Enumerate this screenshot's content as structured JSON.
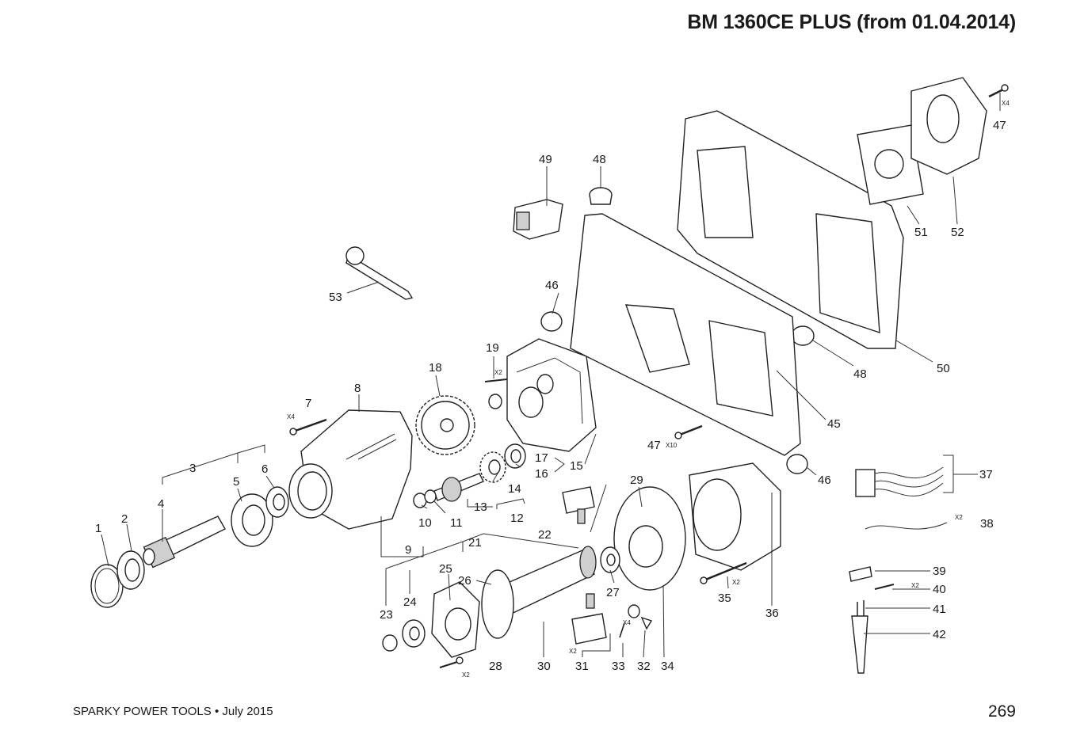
{
  "header": {
    "title": "BM 1360CE PLUS (from 01.04.2014)"
  },
  "footer": {
    "brand": "SPARKY POWER TOOLS • July 2015",
    "page_number": "269"
  },
  "callouts": [
    {
      "id": "c1",
      "text": "1"
    },
    {
      "id": "c2",
      "text": "2"
    },
    {
      "id": "c3",
      "text": "3"
    },
    {
      "id": "c4",
      "text": "4"
    },
    {
      "id": "c5",
      "text": "5"
    },
    {
      "id": "c6",
      "text": "6"
    },
    {
      "id": "c7",
      "text": "7"
    },
    {
      "id": "c8",
      "text": "8"
    },
    {
      "id": "c9",
      "text": "9"
    },
    {
      "id": "c10",
      "text": "10"
    },
    {
      "id": "c11",
      "text": "11"
    },
    {
      "id": "c12",
      "text": "12"
    },
    {
      "id": "c13",
      "text": "13"
    },
    {
      "id": "c14",
      "text": "14"
    },
    {
      "id": "c15",
      "text": "15"
    },
    {
      "id": "c16",
      "text": "16"
    },
    {
      "id": "c17",
      "text": "17"
    },
    {
      "id": "c18",
      "text": "18"
    },
    {
      "id": "c19",
      "text": "19"
    },
    {
      "id": "c21",
      "text": "21"
    },
    {
      "id": "c22",
      "text": "22"
    },
    {
      "id": "c23",
      "text": "23"
    },
    {
      "id": "c24",
      "text": "24"
    },
    {
      "id": "c25",
      "text": "25"
    },
    {
      "id": "c26",
      "text": "26"
    },
    {
      "id": "c27",
      "text": "27"
    },
    {
      "id": "c28",
      "text": "28"
    },
    {
      "id": "c29",
      "text": "29"
    },
    {
      "id": "c30",
      "text": "30"
    },
    {
      "id": "c31",
      "text": "31"
    },
    {
      "id": "c32",
      "text": "32"
    },
    {
      "id": "c33",
      "text": "33"
    },
    {
      "id": "c34",
      "text": "34"
    },
    {
      "id": "c35",
      "text": "35"
    },
    {
      "id": "c36",
      "text": "36"
    },
    {
      "id": "c37",
      "text": "37"
    },
    {
      "id": "c38",
      "text": "38"
    },
    {
      "id": "c39",
      "text": "39"
    },
    {
      "id": "c40",
      "text": "40"
    },
    {
      "id": "c41",
      "text": "41"
    },
    {
      "id": "c42",
      "text": "42"
    },
    {
      "id": "c45",
      "text": "45"
    },
    {
      "id": "c46a",
      "text": "46"
    },
    {
      "id": "c46b",
      "text": "46"
    },
    {
      "id": "c47a",
      "text": "47"
    },
    {
      "id": "c47b",
      "text": "47"
    },
    {
      "id": "c48a",
      "text": "48"
    },
    {
      "id": "c48b",
      "text": "48"
    },
    {
      "id": "c49",
      "text": "49"
    },
    {
      "id": "c50",
      "text": "50"
    },
    {
      "id": "c51",
      "text": "51"
    },
    {
      "id": "c52",
      "text": "52"
    },
    {
      "id": "c53",
      "text": "53"
    }
  ],
  "quantities": [
    {
      "id": "q7",
      "text": "X4"
    },
    {
      "id": "q19",
      "text": "X2"
    },
    {
      "id": "q47a",
      "text": "X4"
    },
    {
      "id": "q47b",
      "text": "X10"
    },
    {
      "id": "q35",
      "text": "X2"
    },
    {
      "id": "q38",
      "text": "X2"
    },
    {
      "id": "q40",
      "text": "X2"
    },
    {
      "id": "q28",
      "text": "X2"
    },
    {
      "id": "q31",
      "text": "X2"
    },
    {
      "id": "q33",
      "text": "X4"
    }
  ]
}
